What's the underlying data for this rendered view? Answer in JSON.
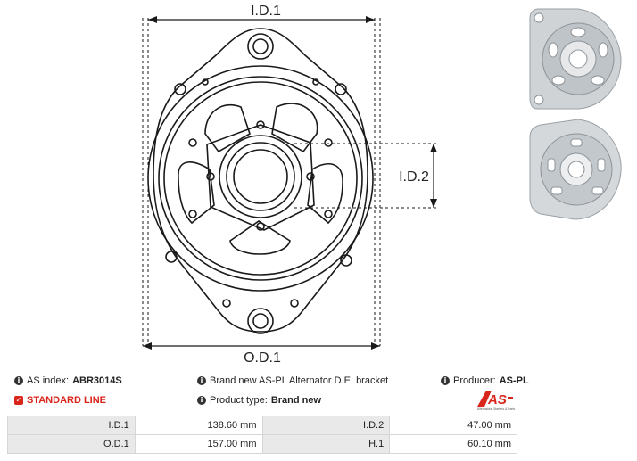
{
  "drawing": {
    "label_id1": "I.D.1",
    "label_id2": "I.D.2",
    "label_od1": "O.D.1"
  },
  "info": {
    "as_index_label": "AS index:",
    "as_index_value": "ABR3014S",
    "description": "Brand new AS-PL Alternator D.E. bracket",
    "producer_label": "Producer:",
    "producer_value": "AS-PL",
    "line_label": "STANDARD LINE",
    "product_type_label": "Product type:",
    "product_type_value": "Brand new"
  },
  "logo": {
    "text": "AS",
    "tagline": "Alternators, Starters & Parts"
  },
  "specs": [
    {
      "label1": "I.D.1",
      "value1": "138.60 mm",
      "label2": "I.D.2",
      "value2": "47.00 mm"
    },
    {
      "label1": "O.D.1",
      "value1": "157.00 mm",
      "label2": "H.1",
      "value2": "60.10 mm"
    }
  ],
  "colors": {
    "accent_red": "#d9261c",
    "table_label_bg": "#e9e9e9",
    "metal": "#c8ccd0"
  },
  "icons": {
    "info": "info-circle-icon",
    "line": "checkbox-icon"
  }
}
